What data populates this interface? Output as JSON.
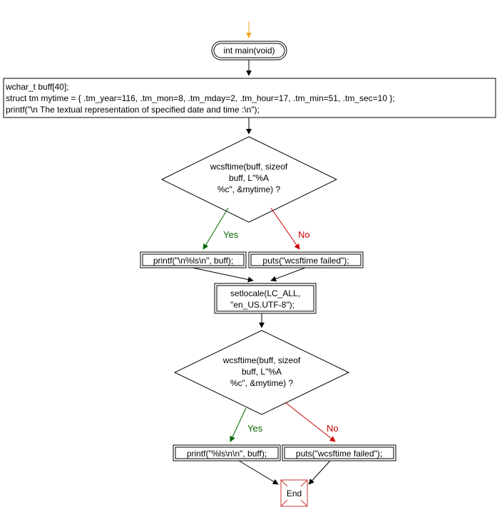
{
  "start": {
    "label": "int main(void)"
  },
  "declaration": {
    "lines": [
      "wchar_t buff[40];",
      "struct tm mytime = { .tm_year=116, .tm_mon=8, .tm_mday=2, .tm_hour=17, .tm_min=51, .tm_sec=10 };",
      "printf(\"\\n The textual representation of specified date and time :\\n\");"
    ]
  },
  "decision1": {
    "lines": [
      "wcsftime(buff, sizeof",
      "buff, L\"%A",
      "%c\", &mytime) ?"
    ],
    "yes_label": "Yes",
    "no_label": "No"
  },
  "yes1": {
    "label": "printf(\"\\n%ls\\n\", buff);"
  },
  "no1": {
    "label": "puts(\"wcsftime failed\");"
  },
  "setlocale": {
    "lines": [
      "setlocale(LC_ALL,",
      "\"en_US.UTF-8\");"
    ]
  },
  "decision2": {
    "lines": [
      "wcsftime(buff, sizeof",
      "buff, L\"%A",
      "%c\", &mytime) ?"
    ],
    "yes_label": "Yes",
    "no_label": "No"
  },
  "yes2": {
    "label": "printf(\"%ls\\n\\n\", buff);"
  },
  "no2": {
    "label": "puts(\"wcsftime failed\");"
  },
  "end": {
    "label": "End"
  },
  "colors": {
    "entry_arrow": "#f5a623",
    "yes": "#006600",
    "no": "#cc0000",
    "end_border": "#cc3333",
    "line": "#000000"
  }
}
